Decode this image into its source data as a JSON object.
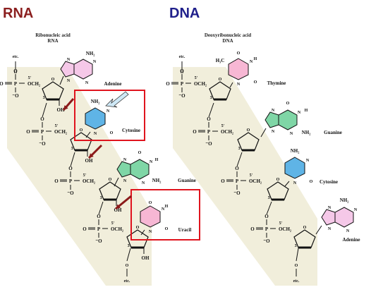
{
  "rna": {
    "heading": "RNA",
    "subtitle_line1": "Ribonucleic acid",
    "subtitle_line2": "RNA",
    "etc_top": "etc.",
    "etc_bottom": "etc.",
    "bases": [
      "Adenine",
      "Cytosine",
      "Guanine",
      "Uracil"
    ],
    "hydroxyl_label": "OH",
    "highlight_color": "#e0141e",
    "arrow_color": "#8b1a1a"
  },
  "dna": {
    "heading": "DNA",
    "subtitle_line1": "Deoxyribonucleic acid",
    "subtitle_line2": "DNA",
    "etc_top": "etc.",
    "etc_bottom": "etc.",
    "bases": [
      "Thymine",
      "Guanine",
      "Cytosine",
      "Adenine"
    ]
  },
  "labels": {
    "phosphorus": "P",
    "oxygen": "O",
    "o_minus": "⁻O",
    "och2": "OCH₂",
    "prime5": "5'",
    "prime3": "3'",
    "nh2": "NH₂",
    "h": "H",
    "h3c": "H₃C",
    "n": "N"
  },
  "colors": {
    "backbone_band": "#f1eedb",
    "adenine": "#f5c8e8",
    "cytosine": "#5fb4e6",
    "guanine": "#7fd6a6",
    "uracil": "#f7b7d4",
    "thymine": "#f7b7d4"
  }
}
